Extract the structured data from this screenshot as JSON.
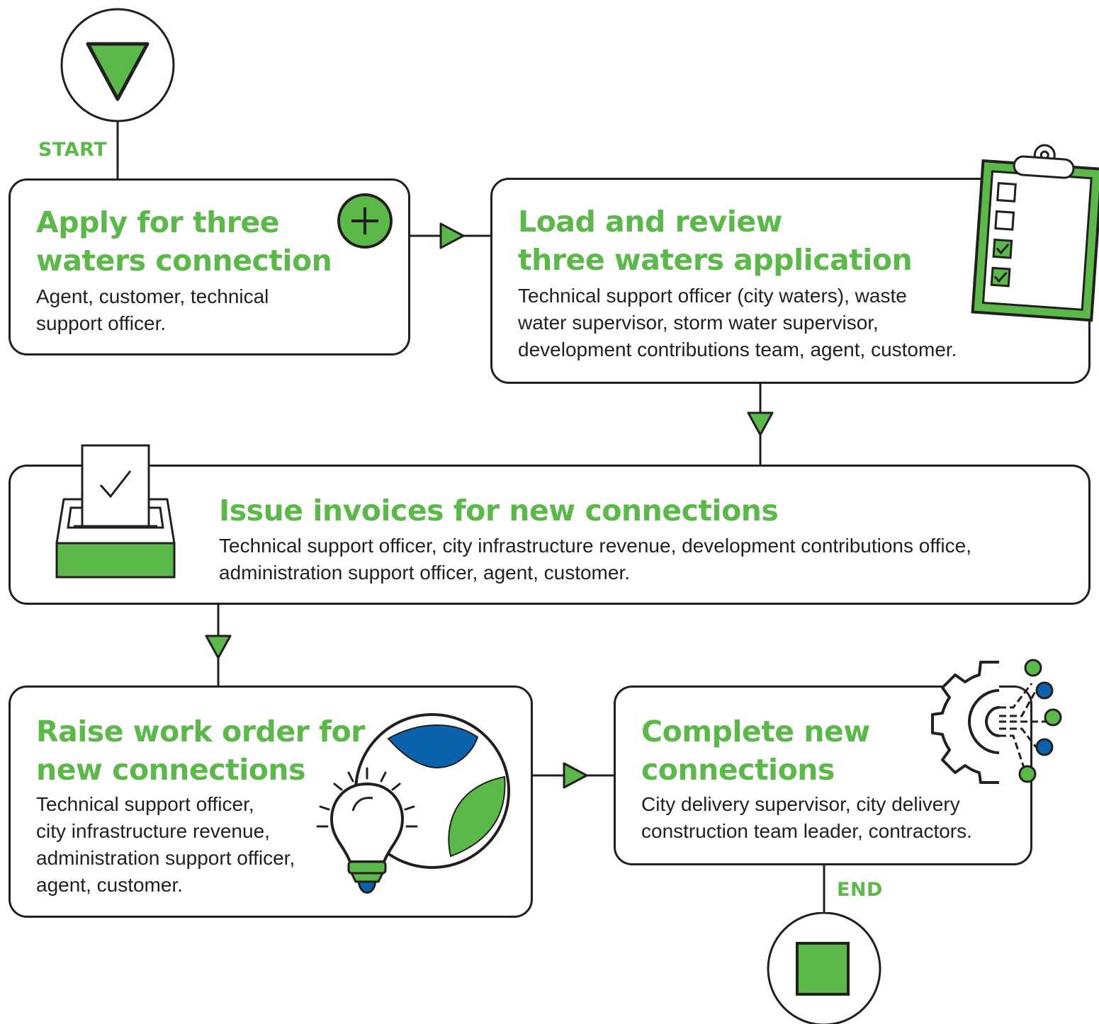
{
  "flow": {
    "start_label": "START",
    "end_label": "END",
    "steps": [
      {
        "title": "Apply for three\nwaters connection",
        "roles": "Agent, customer, technical\nsupport officer."
      },
      {
        "title": "Load and review\nthree waters application",
        "roles": "Technical support officer (city waters), waste\nwater supervisor, storm water supervisor,\ndevelopment contributions team, agent, customer."
      },
      {
        "title": "Issue invoices for new connections",
        "roles": "Technical support officer, city infrastructure revenue, development contributions office,\nadministration support officer, agent, customer."
      },
      {
        "title": "Raise work order for\nnew connections",
        "roles": "Technical support officer,\ncity infrastructure revenue,\nadministration support officer,\nagent, customer."
      },
      {
        "title": "Complete new\nconnections",
        "roles": "City delivery supervisor, city delivery\nconstruction team leader, contractors."
      }
    ]
  },
  "colors": {
    "green": "#5bb94a",
    "blue": "#0b63ad",
    "outline": "#231f20"
  },
  "icons": {
    "start": "down-triangle-icon",
    "end": "square-stop-icon",
    "step1": "plus-circle-icon",
    "step2": "clipboard-checklist-icon",
    "step3": "ballot-box-icon",
    "step4": "lightbulb-globe-icon",
    "step5": "gear-circuit-icon"
  }
}
